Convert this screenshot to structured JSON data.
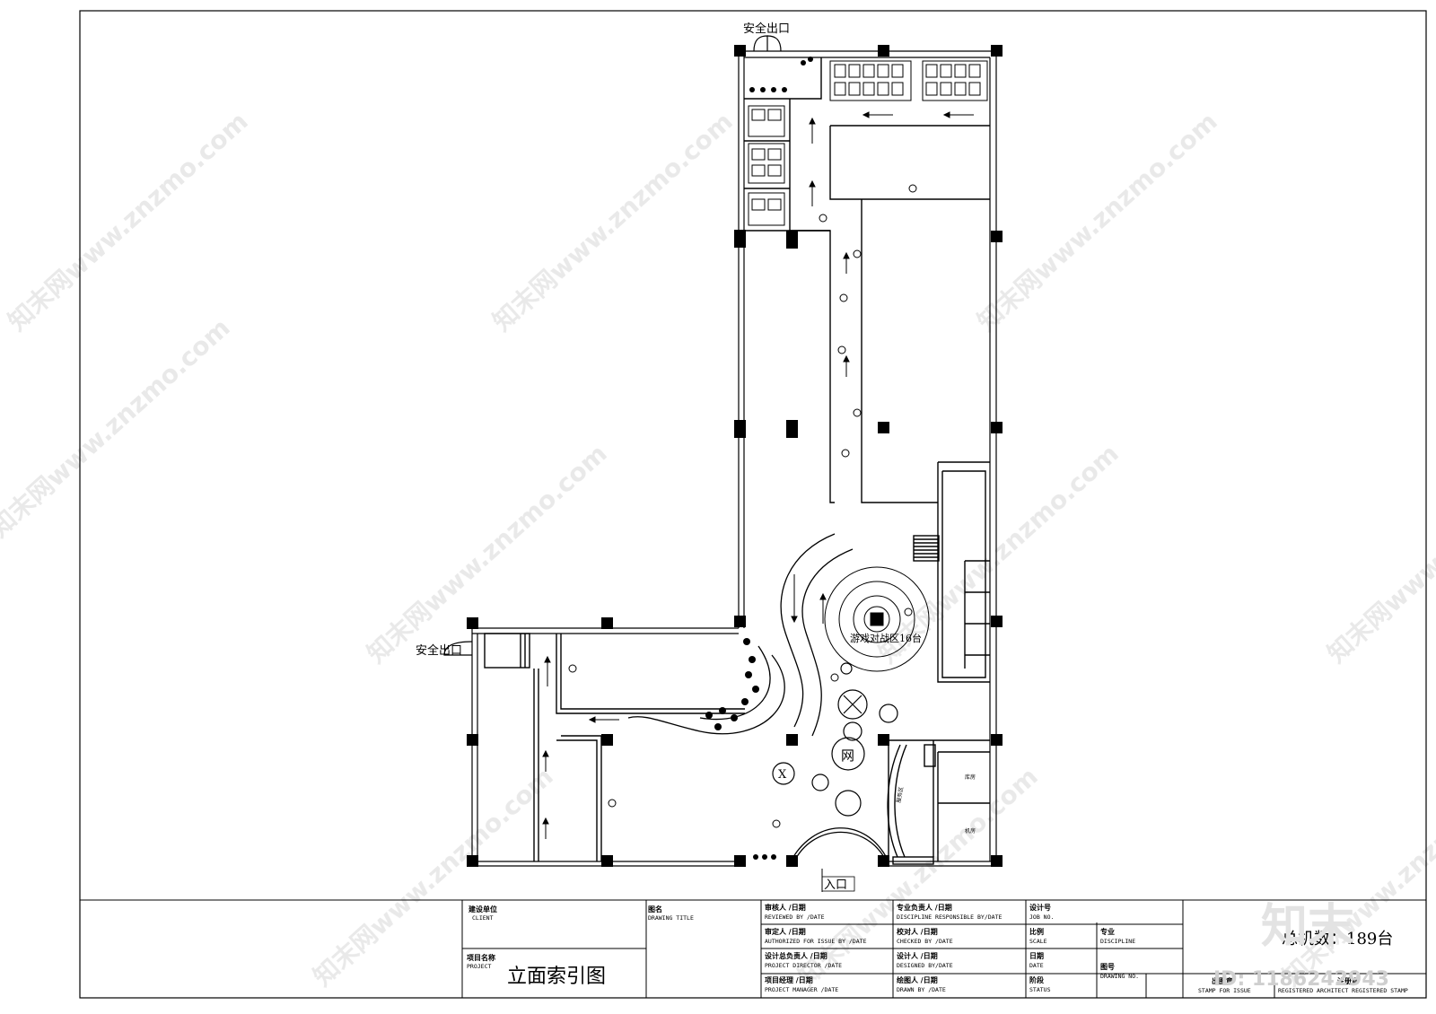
{
  "plan": {
    "title": "立面索引图",
    "labels": {
      "exit_top": "安全出口",
      "exit_left": "安全出口",
      "entrance": "入口",
      "game_zone": "游戏对战区16台",
      "net_sign": "网",
      "x_sign": "X",
      "service_desk": "服务区",
      "room_1": "库房",
      "room_2": "机房"
    }
  },
  "title_block": {
    "client": {
      "cn": "建设单位",
      "en": "CLIENT"
    },
    "project": {
      "cn": "项目名称",
      "en": "PROJECT"
    },
    "drawing_title": {
      "cn": "图名",
      "en": "DRAWING TITLE"
    },
    "reviewed": {
      "cn": "审核人 /日期",
      "en": "REVIEWED BY /DATE"
    },
    "authorized": {
      "cn": "审定人 /日期",
      "en": "AUTHORIZED FOR ISSUE BY /DATE"
    },
    "project_director": {
      "cn": "设计总负责人 /日期",
      "en": "PROJECT DIRECTOR /DATE"
    },
    "project_manager": {
      "cn": "项目经理 /日期",
      "en": "PROJECT MANAGER /DATE"
    },
    "discipline_resp": {
      "cn": "专业负责人 /日期",
      "en": "DISCIPLINE RESPONSIBLE BY/DATE"
    },
    "checked": {
      "cn": "校对人 /日期",
      "en": "CHECKED BY /DATE"
    },
    "designed": {
      "cn": "设计人 /日期",
      "en": "DESIGNED BY/DATE"
    },
    "drawn": {
      "cn": "绘图人 /日期",
      "en": "DRAWN BY /DATE"
    },
    "job_no": {
      "cn": "设计号",
      "en": "JOB NO."
    },
    "scale": {
      "cn": "比例",
      "en": "SCALE"
    },
    "date": {
      "cn": "日期",
      "en": "DATE"
    },
    "status": {
      "cn": "阶段",
      "en": "STATUS"
    },
    "discipline": {
      "cn": "专业",
      "en": "DISCIPLINE"
    },
    "drawing_no": {
      "cn": "图号",
      "en": "DRAWING NO."
    },
    "stamp_issue": {
      "cn": "出图章",
      "en": "STAMP FOR ISSUE"
    },
    "stamp_architect": {
      "cn": "注册章",
      "en": "REGISTERED ARCHITECT REGISTERED STAMP"
    },
    "total_machines": "总机数：189台"
  },
  "watermark": {
    "text": "知末网www.znzmo.com",
    "logo": "知末",
    "id": "ID: 1186242943"
  }
}
